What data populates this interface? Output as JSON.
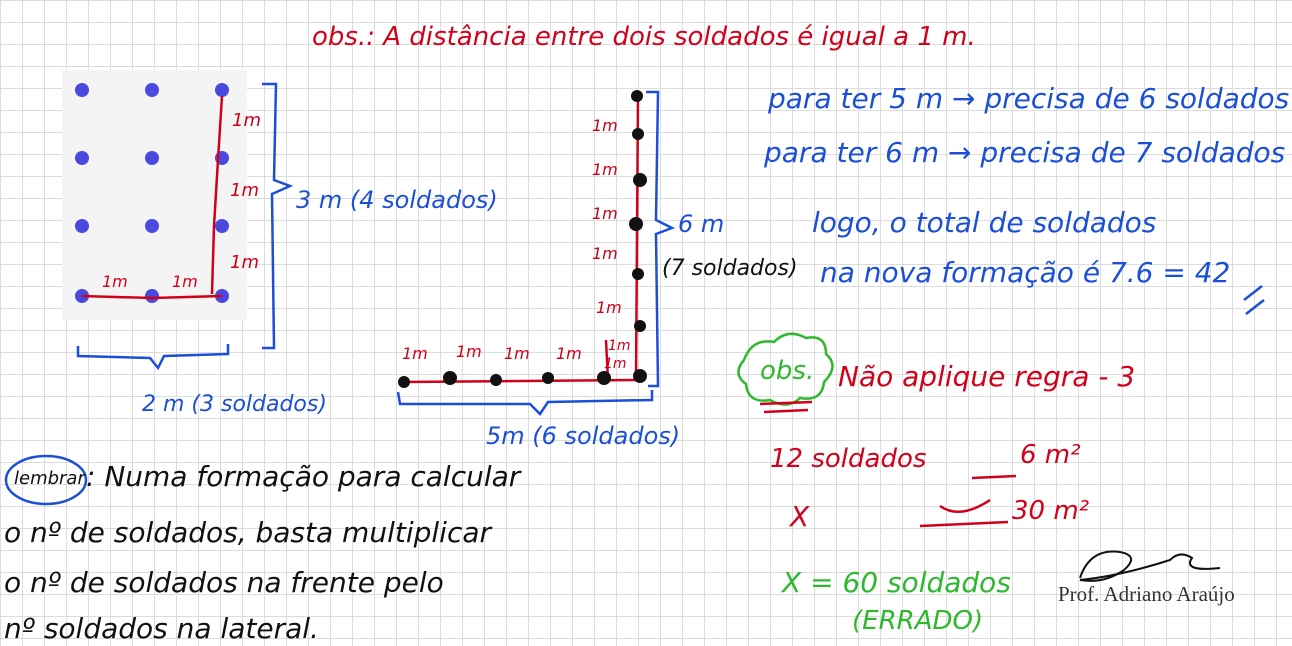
{
  "header_obs": "obs.: A distância entre dois soldados é igual a 1 m.",
  "left_fig": {
    "label_1m_a": "1m",
    "label_1m_b": "1m",
    "label_1m_c": "1m",
    "bottom_1m_a": "1m",
    "bottom_1m_b": "1m",
    "side_label": "3 m (4 soldados)",
    "bottom_label": "2 m (3 soldados)"
  },
  "mid_fig": {
    "v_labels": [
      "1m",
      "1m",
      "1m",
      "1m",
      "1m",
      "1m"
    ],
    "h_labels": [
      "1m",
      "1m",
      "1m",
      "1m",
      "1m"
    ],
    "side_label_top": "6 m",
    "side_label_bottom": "(7 soldados)",
    "bottom_label": "5m (6 soldados)"
  },
  "right_notes": {
    "line1": "para ter 5 m → precisa de 6 soldados",
    "line2": "para ter 6 m → precisa de 7 soldados",
    "line3": "logo, o total de soldados",
    "line4": "na nova formação é 7.6 = 42"
  },
  "obs2": {
    "tag": "obs.",
    "text": "Não aplique regra - 3",
    "row1_left": "12 soldados",
    "row1_right": "6 m²",
    "row2_left": "X",
    "row2_right": "30 m²",
    "result": "X = 60 soldados",
    "result_note": "(ERRADO)"
  },
  "lembrar": {
    "tag": "lembrar",
    "line1": ": Numa formação para calcular",
    "line2": "o nº de soldados, basta multiplicar",
    "line3": "o nº de soldados na frente pelo",
    "line4": "nº soldados na lateral."
  },
  "signature": "Prof. Adriano Araújo",
  "colors": {
    "red": "#d0021b",
    "blue": "#1a4fd6",
    "green": "#2db82d",
    "dot": "#4a4ae0"
  }
}
